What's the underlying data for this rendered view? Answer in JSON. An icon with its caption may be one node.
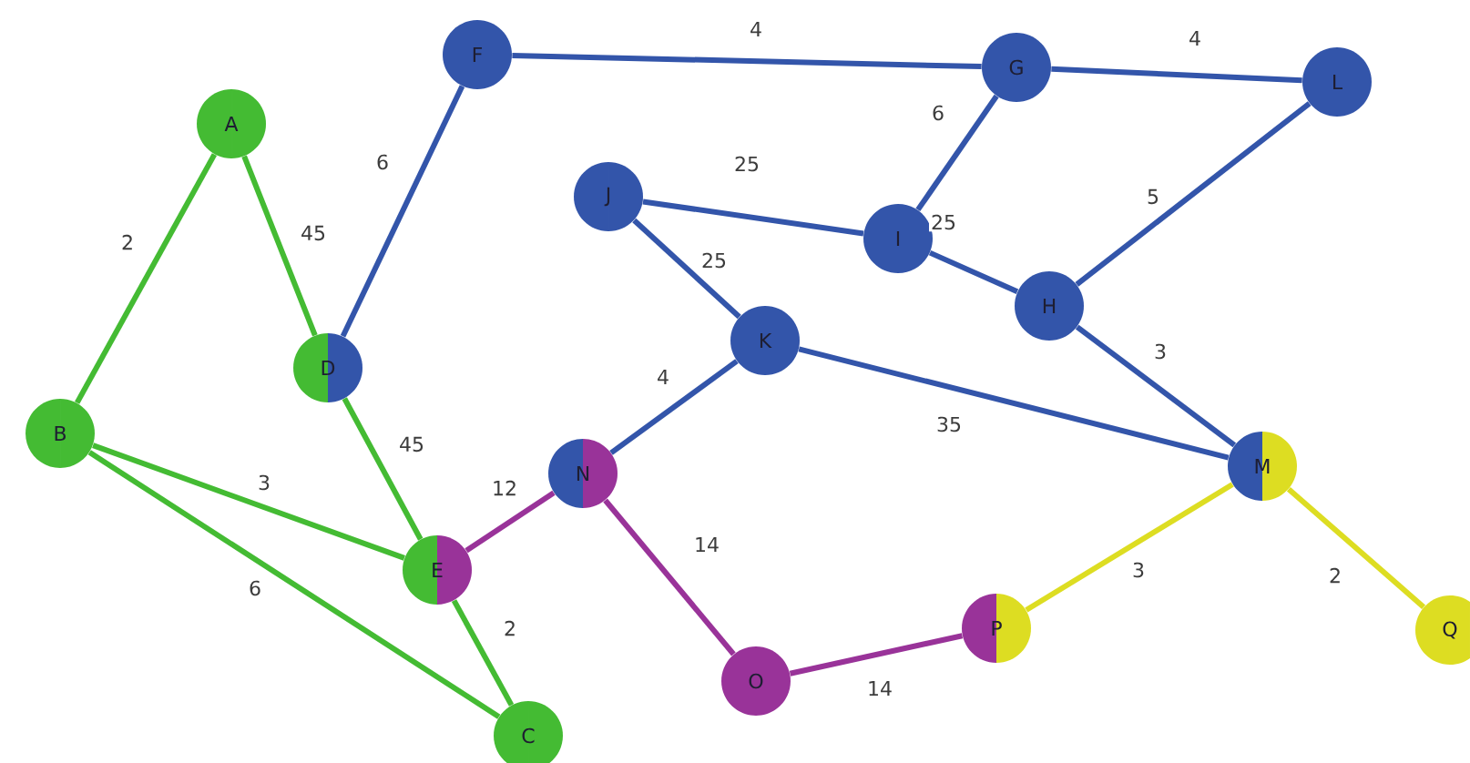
{
  "diagram": {
    "nodes": [
      {
        "text": [
          "A"
        ]
      },
      {
        "text": [
          "B"
        ]
      },
      {
        "text": [
          "C"
        ]
      },
      {
        "text": [
          "D"
        ]
      },
      {
        "text": [
          "E"
        ]
      },
      {
        "text": [
          "F"
        ]
      },
      {
        "text": [
          "G"
        ]
      },
      {
        "text": [
          "H"
        ]
      },
      {
        "text": [
          "I"
        ]
      },
      {
        "text": [
          "J"
        ]
      },
      {
        "text": [
          "K"
        ]
      },
      {
        "text": [
          "L"
        ]
      },
      {
        "text": [
          "M"
        ]
      },
      {
        "text": [
          "N"
        ]
      },
      {
        "text": [
          "O"
        ]
      },
      {
        "text": [
          "P"
        ]
      },
      {
        "text": [
          "Q"
        ]
      }
    ],
    "edges": [
      {
        "from": 0,
        "to": 1,
        "arrow": "none",
        "label": "2",
        "color": "#44bb33"
      },
      {
        "from": 0,
        "to": 3,
        "arrow": "none",
        "label": "45",
        "color": "#44bb33"
      },
      {
        "from": 3,
        "to": 4,
        "arrow": "none",
        "label": "45",
        "color": "#44bb33"
      },
      {
        "from": 1,
        "to": 4,
        "arrow": "none",
        "label": "3",
        "color": "#44bb33"
      },
      {
        "from": 1,
        "to": 2,
        "arrow": "none",
        "label": "6",
        "color": "#44bb33"
      },
      {
        "from": 4,
        "to": 2,
        "arrow": "none",
        "label": "2",
        "color": "#44bb33"
      },
      {
        "from": 5,
        "to": 3,
        "arrow": "none",
        "label": "6"
      },
      {
        "from": 5,
        "to": 6,
        "arrow": "none",
        "label": "4"
      },
      {
        "from": 6,
        "to": 11,
        "arrow": "none",
        "label": "4"
      },
      {
        "from": 6,
        "to": 8,
        "arrow": "none",
        "label": "6"
      },
      {
        "from": 9,
        "to": 8,
        "arrow": "none",
        "label": "25"
      },
      {
        "from": 8,
        "to": 7,
        "arrow": "none",
        "label": "25"
      },
      {
        "from": 11,
        "to": 7,
        "arrow": "none",
        "label": "5"
      },
      {
        "from": 7,
        "to": 12,
        "arrow": "none",
        "label": "3"
      },
      {
        "from": 9,
        "to": 10,
        "arrow": "none",
        "label": "25"
      },
      {
        "from": 10,
        "to": 13,
        "arrow": "none",
        "label": "4"
      },
      {
        "from": 10,
        "to": 12,
        "arrow": "none",
        "label": "35"
      },
      {
        "from": 4,
        "to": 13,
        "arrow": "none",
        "label": "12",
        "color": "#993399"
      },
      {
        "from": 13,
        "to": 14,
        "arrow": "none",
        "label": "14",
        "color": "#993399"
      },
      {
        "from": 14,
        "to": 15,
        "arrow": "none",
        "label": "14",
        "color": "#993399"
      },
      {
        "from": 12,
        "to": 15,
        "arrow": "none",
        "label": "3",
        "color": "#dddd22"
      },
      {
        "from": 12,
        "to": 16,
        "arrow": "none",
        "label": "2",
        "color": "#dddd22"
      }
    ]
  }
}
